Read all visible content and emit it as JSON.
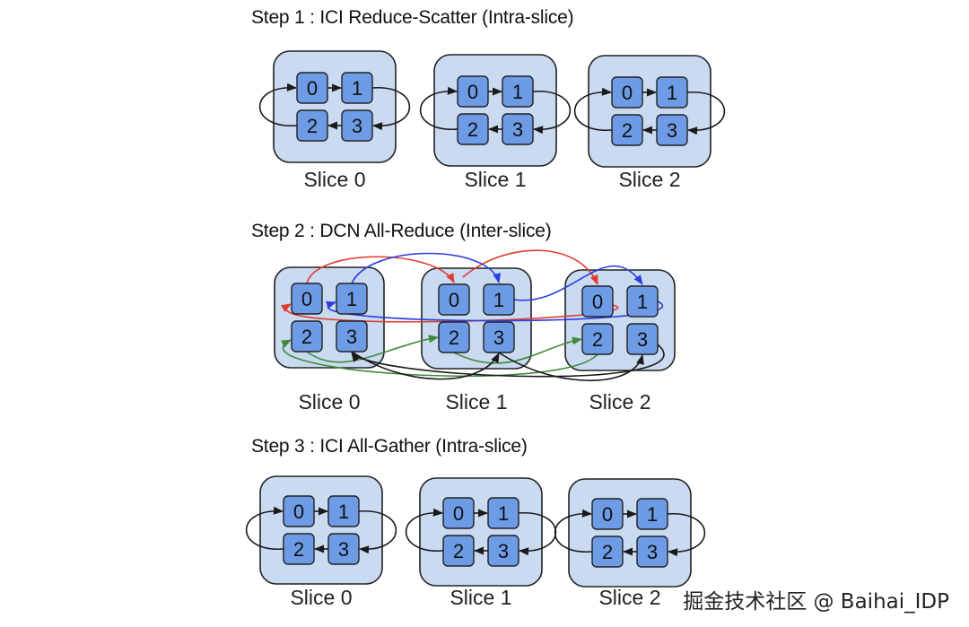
{
  "steps": [
    {
      "title": "Step 1 : ICI Reduce-Scatter (Intra-slice)"
    },
    {
      "title": "Step 2 : DCN All-Reduce (Inter-slice)"
    },
    {
      "title": "Step 3 : ICI All-Gather (Intra-slice)"
    }
  ],
  "slice_labels": [
    "Slice 0",
    "Slice 1",
    "Slice 2"
  ],
  "chip_labels": [
    "0",
    "1",
    "2",
    "3"
  ],
  "watermark": "掘金技术社区 @ Baihai_IDP",
  "colors": {
    "slice_fill": "#c9daf1",
    "chip_fill": "#6d9be6",
    "outline": "#222222",
    "red": "#e23a2e",
    "blue": "#2b3de0",
    "green": "#3f8a3a",
    "black": "#1a1a1a"
  }
}
